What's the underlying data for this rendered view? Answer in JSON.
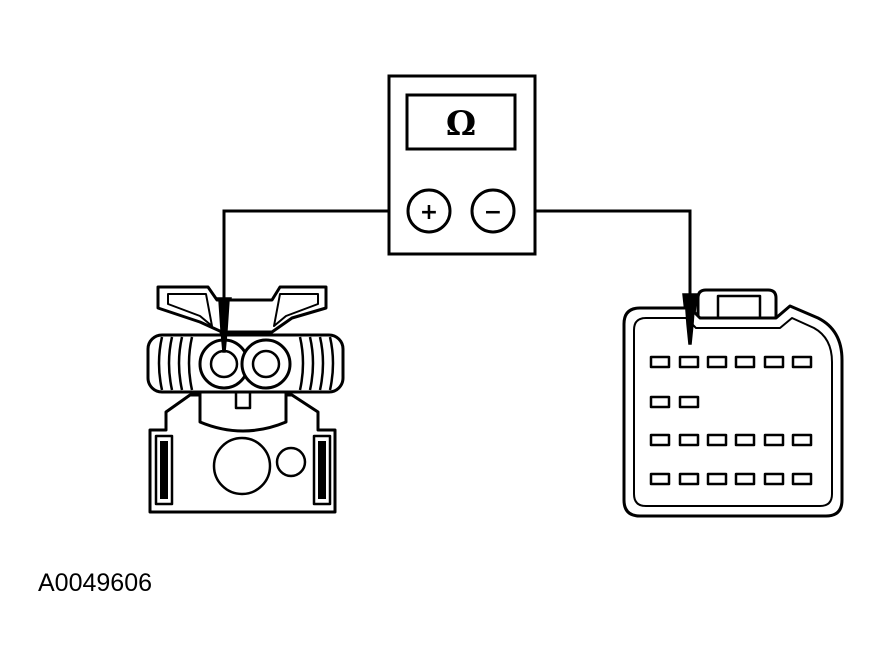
{
  "meter": {
    "display_symbol": "Ω",
    "positive_label": "+",
    "negative_label": "−"
  },
  "figure_id": "A0049606",
  "colors": {
    "line": "#000000",
    "background": "#ffffff"
  },
  "connector_right": {
    "pin_rows": [
      6,
      2,
      6,
      6
    ]
  }
}
